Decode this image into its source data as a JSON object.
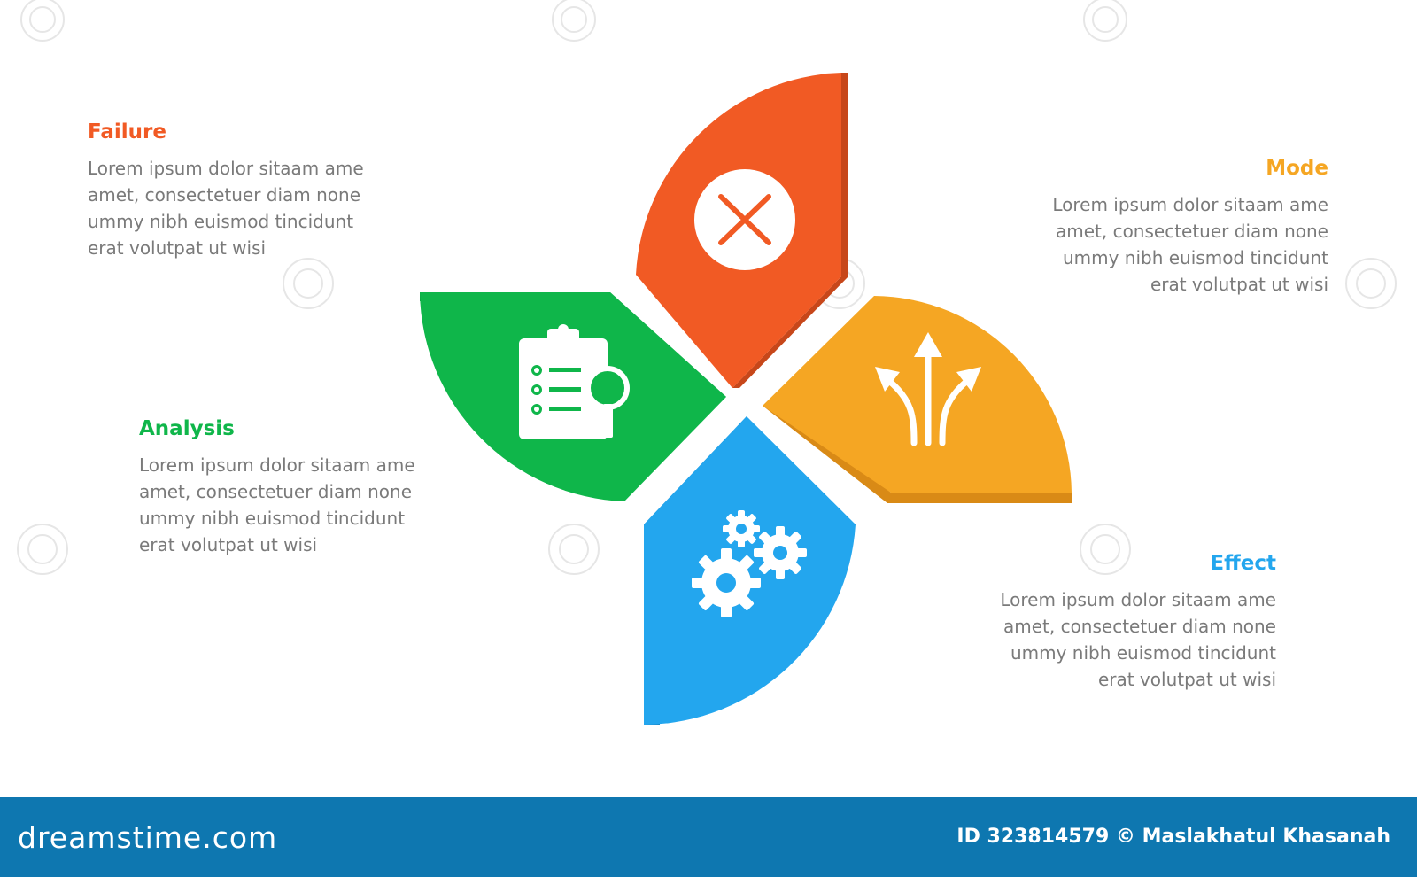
{
  "colors": {
    "failure": "#f15a24",
    "mode": "#f5a623",
    "analysis": "#0fb64a",
    "effect": "#23a6ee",
    "body_text": "#7a7a7a",
    "footer_bg": "#0e77b0"
  },
  "blocks": {
    "failure": {
      "title": "Failure",
      "body": "Lorem ipsum dolor sitaam ame\namet, consectetuer diam none\nummy  nibh euismod tincidunt\nerat volutpat ut wisi",
      "icon": "close-icon"
    },
    "mode": {
      "title": "Mode",
      "body": "Lorem ipsum dolor sitaam ame\namet, consectetuer diam none\nummy  nibh euismod tincidunt\nerat volutpat ut wisi",
      "icon": "split-arrows-icon"
    },
    "analysis": {
      "title": "Analysis",
      "body": "Lorem ipsum dolor sitaam ame\namet, consectetuer diam none\nummy  nibh euismod tincidunt\nerat volutpat ut wisi",
      "icon": "clipboard-search-icon"
    },
    "effect": {
      "title": "Effect",
      "body": "Lorem ipsum dolor sitaam ame\namet, consectetuer diam none\nummy  nibh euismod tincidunt\nerat volutpat ut wisi",
      "icon": "gears-icon"
    }
  },
  "footer": {
    "logo": "dreamstime.com",
    "credit": "ID 323814579 © Maslakhatul Khasanah"
  }
}
